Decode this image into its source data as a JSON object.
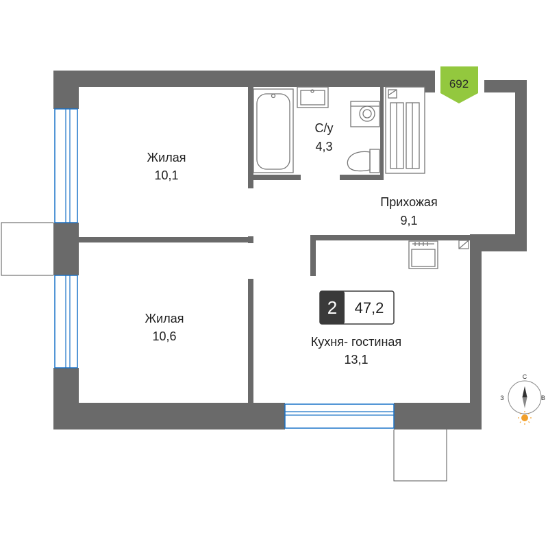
{
  "apartment": {
    "number": "692",
    "rooms_count": "2",
    "total_area": "47,2"
  },
  "rooms": {
    "bedroom1": {
      "name": "Жилая",
      "area": "10,1"
    },
    "bedroom2": {
      "name": "Жилая",
      "area": "10,6"
    },
    "bathroom": {
      "name": "С/у",
      "area": "4,3"
    },
    "hallway": {
      "name": "Прихожая",
      "area": "9,1"
    },
    "kitchen": {
      "name": "Кухня- гостиная",
      "area": "13,1"
    }
  },
  "compass": {
    "north": "С",
    "west": "З",
    "east": "В"
  },
  "colors": {
    "wall": "#6a6a6a",
    "window": "#1a73c8",
    "badge": "#93c83e",
    "rooms_box": "#3a3a3a"
  }
}
